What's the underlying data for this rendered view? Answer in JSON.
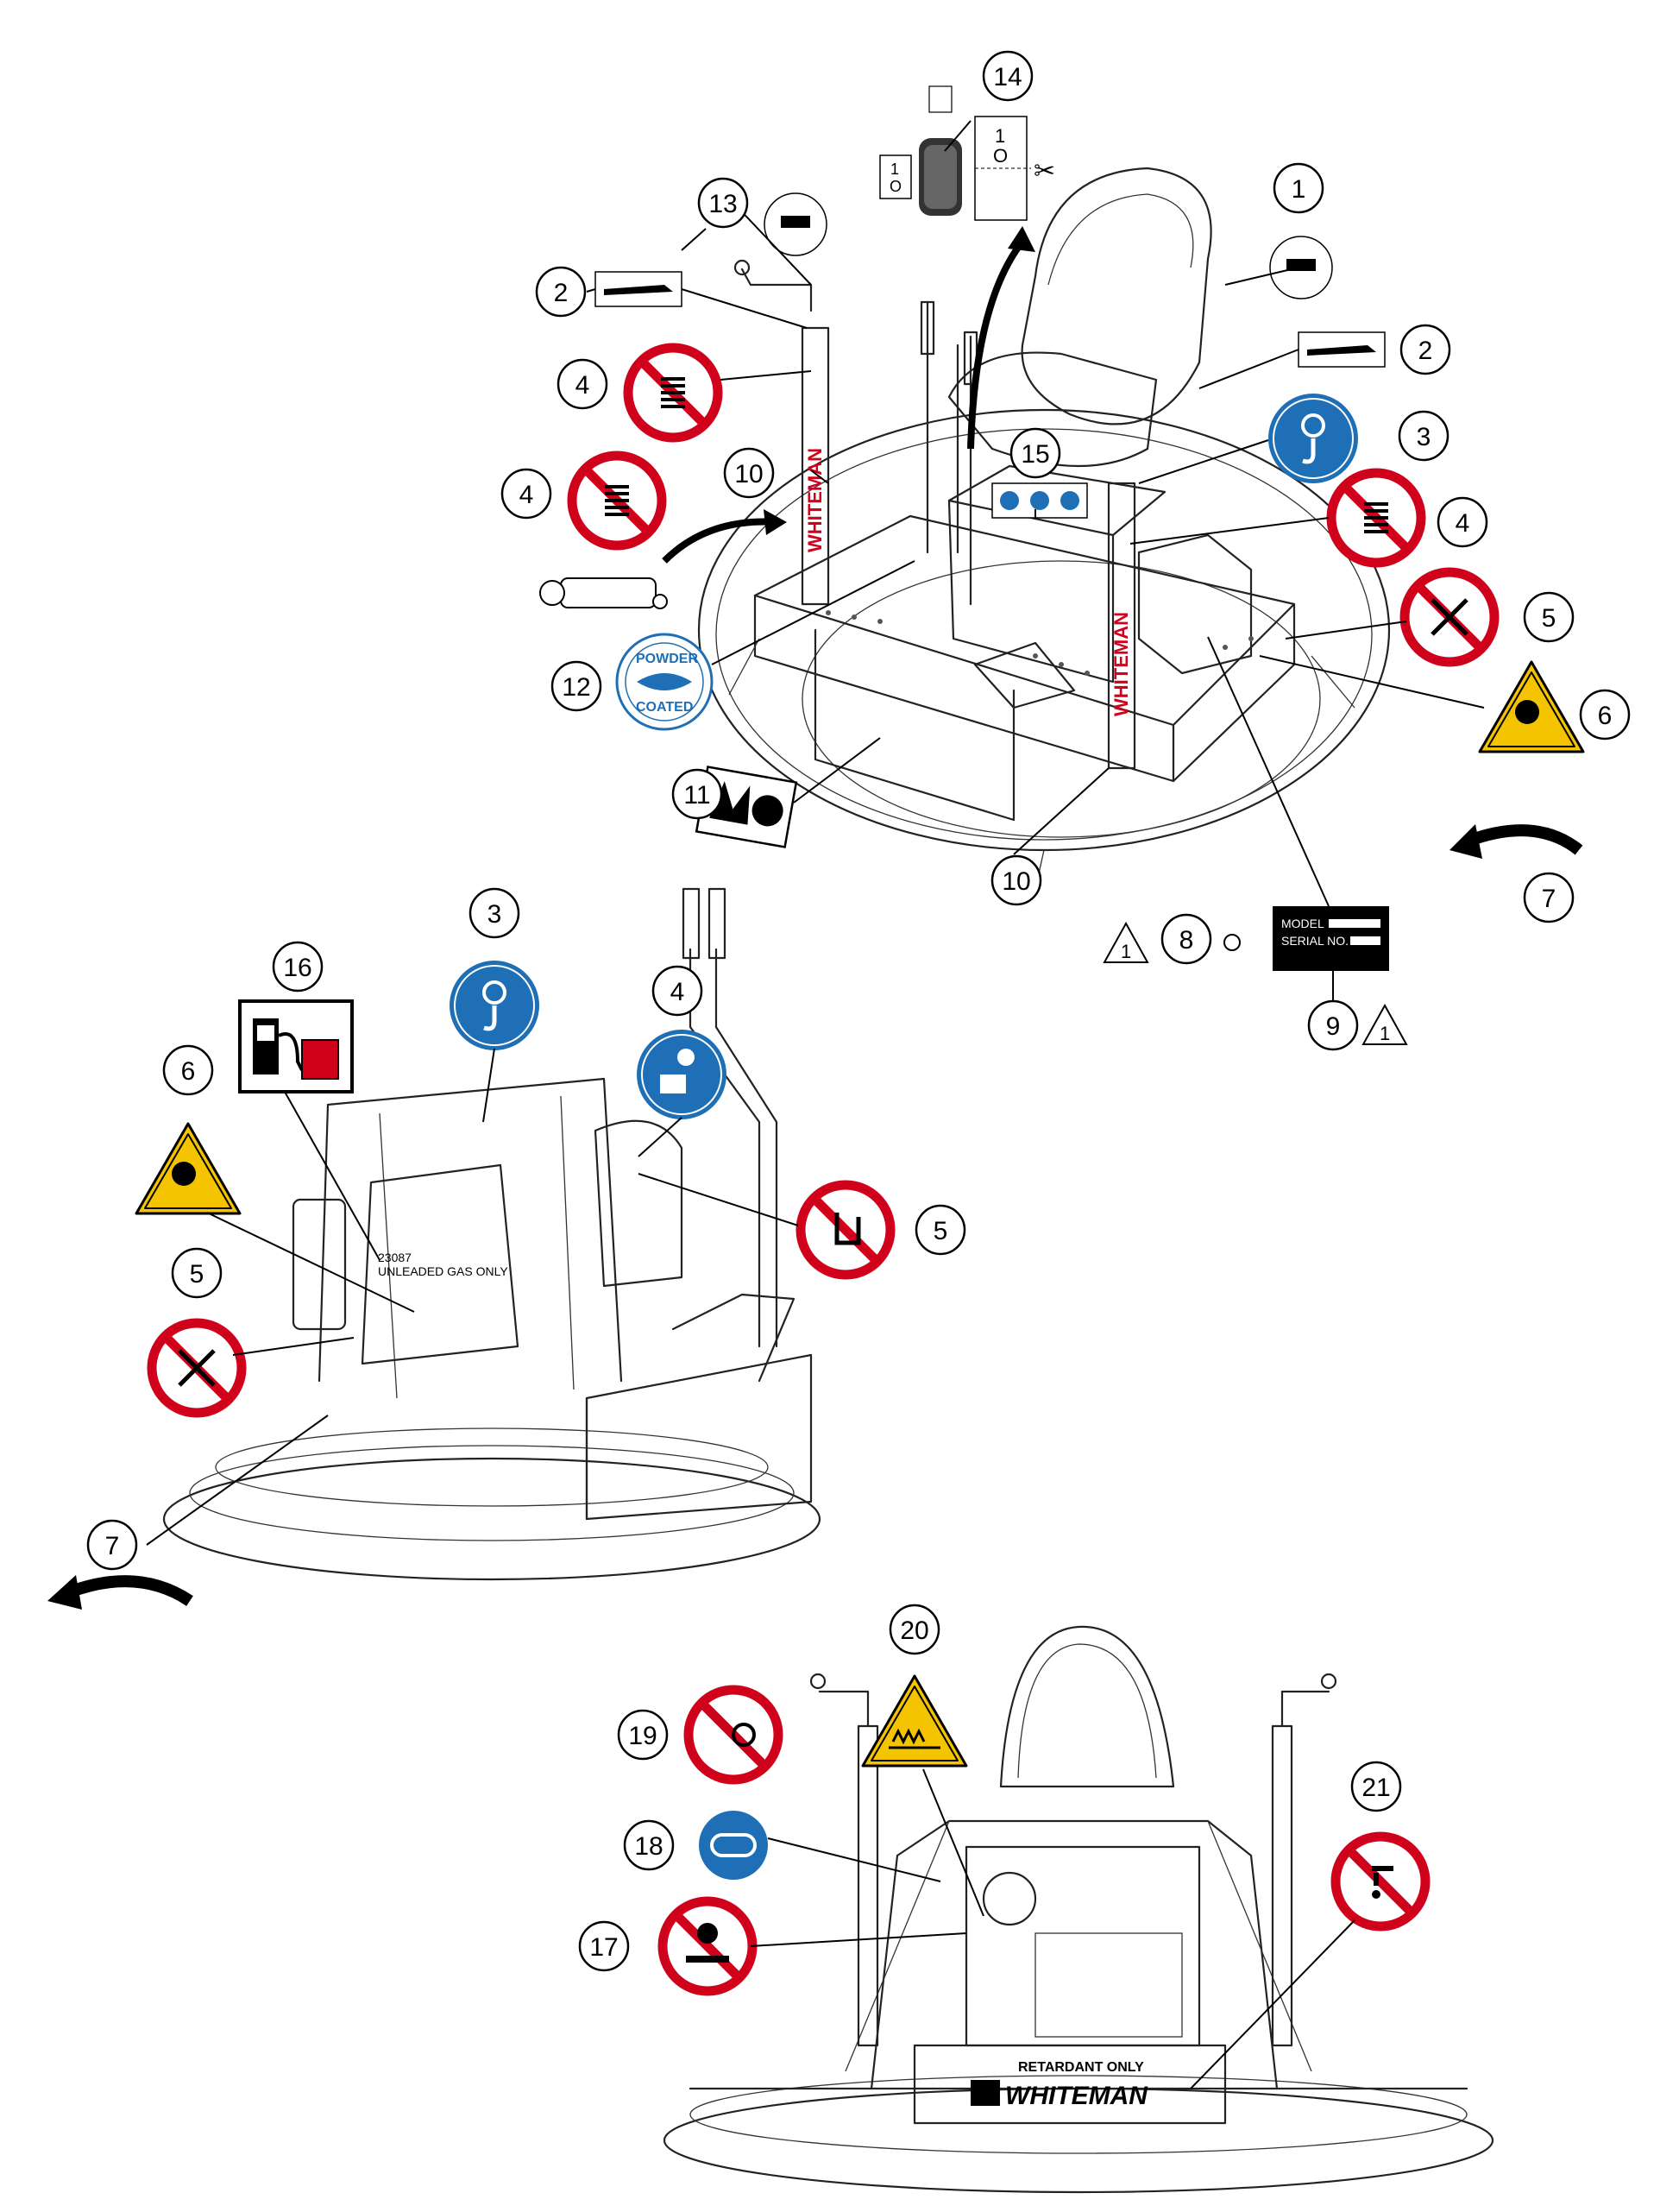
{
  "decals": {
    "powder_coated": {
      "top": "POWDER",
      "bottom": "COATED"
    },
    "serial_plate": {
      "model_label": "MODEL",
      "serial_label": "SERIAL NO."
    },
    "fuel_panel": {
      "code": "23087",
      "text": "UNLEADED GAS ONLY"
    },
    "front_panel": {
      "text": "RETARDANT ONLY",
      "brand": "WHITEMAN"
    },
    "mast_brand": "WHITEMAN",
    "switch_marks": {
      "one": "1",
      "zero": "O"
    }
  },
  "triangle_mark": "1",
  "colors": {
    "prohibition_red": "#d0021b",
    "mandatory_blue": "#1e6fb5",
    "warning_yellow": "#f5c400"
  },
  "icons": [
    "prohibition-sign-icon",
    "mandatory-sign-icon",
    "warning-triangle-icon",
    "scissors-icon",
    "rotation-arrow-icon",
    "fuel-pump-icon"
  ]
}
